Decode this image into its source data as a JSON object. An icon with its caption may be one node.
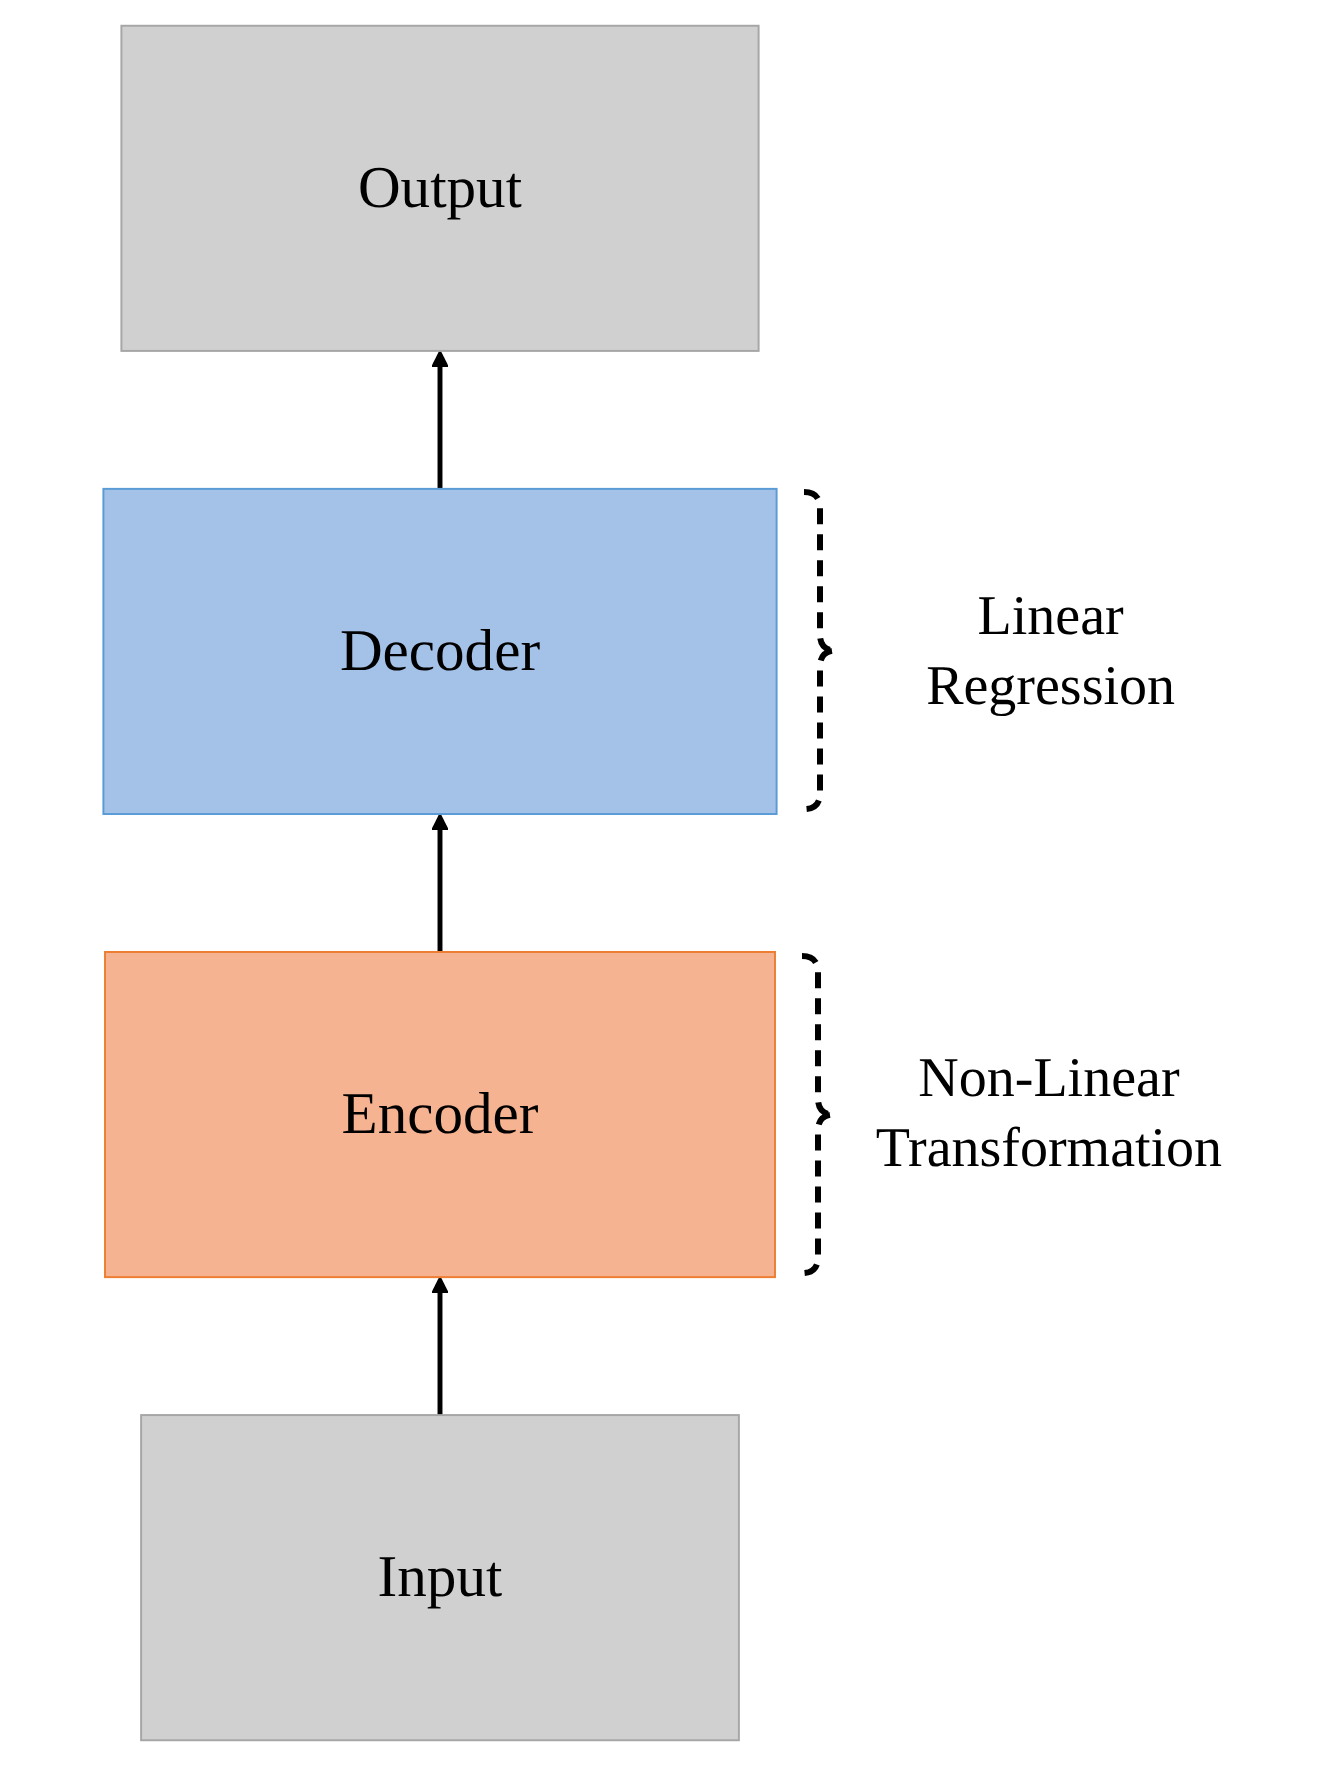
{
  "diagram": {
    "nodes": [
      {
        "text": [
          "Output"
        ]
      },
      {
        "text": [
          "Decoder"
        ],
        "beside": [
          "Linear Regression"
        ]
      },
      {
        "text": [
          "Encoder"
        ],
        "beside": [
          "Non-Linear Transformation"
        ]
      },
      {
        "text": [
          "Input"
        ]
      }
    ],
    "edges": [
      {
        "from": 3,
        "to": 2,
        "arrow": "to"
      },
      {
        "from": 2,
        "to": 1,
        "arrow": "to"
      },
      {
        "from": 1,
        "to": 0,
        "arrow": "to"
      }
    ]
  }
}
